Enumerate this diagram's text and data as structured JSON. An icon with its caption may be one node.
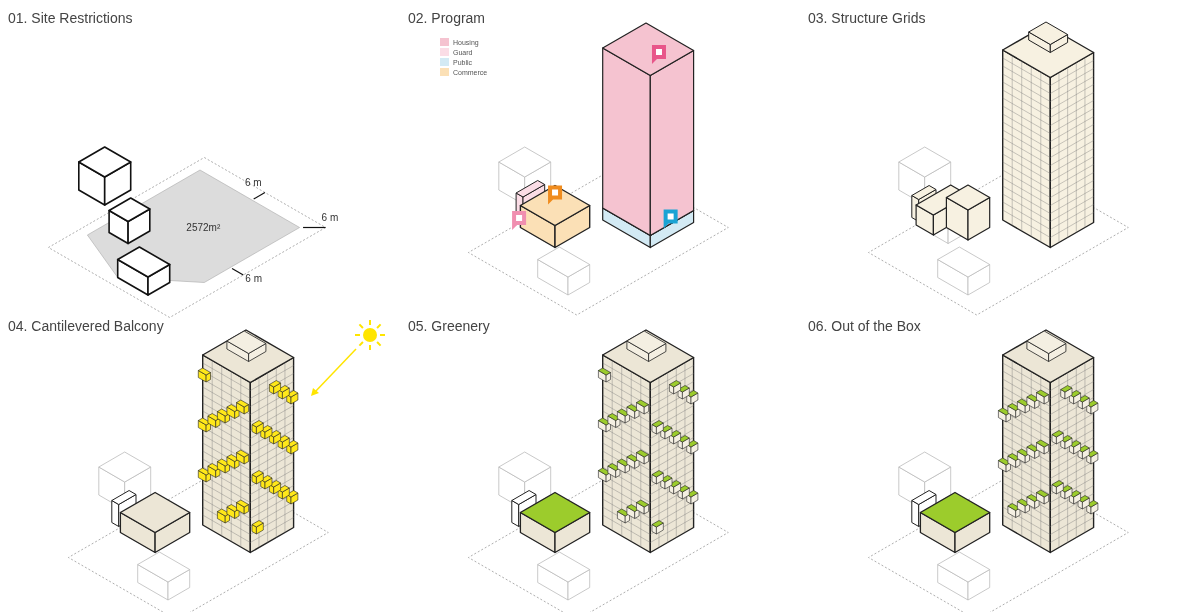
{
  "diagram": {
    "labels": [
      "01. Site Restrictions",
      "6 m",
      "6 m",
      "2572m²",
      "6 m",
      "02. Program",
      "03. Structure Grids",
      "04. Cantilevered Balcony",
      "05. Greenery",
      "06. Out of the Box"
    ],
    "legend": [
      {
        "text": "Housing",
        "color": "#f5c3d0"
      },
      {
        "text": "Guard",
        "color": "#fbdde6"
      },
      {
        "text": "Public",
        "color": "#d3eaf4"
      },
      {
        "text": "Commerce",
        "color": "#fbe0b6"
      }
    ]
  }
}
